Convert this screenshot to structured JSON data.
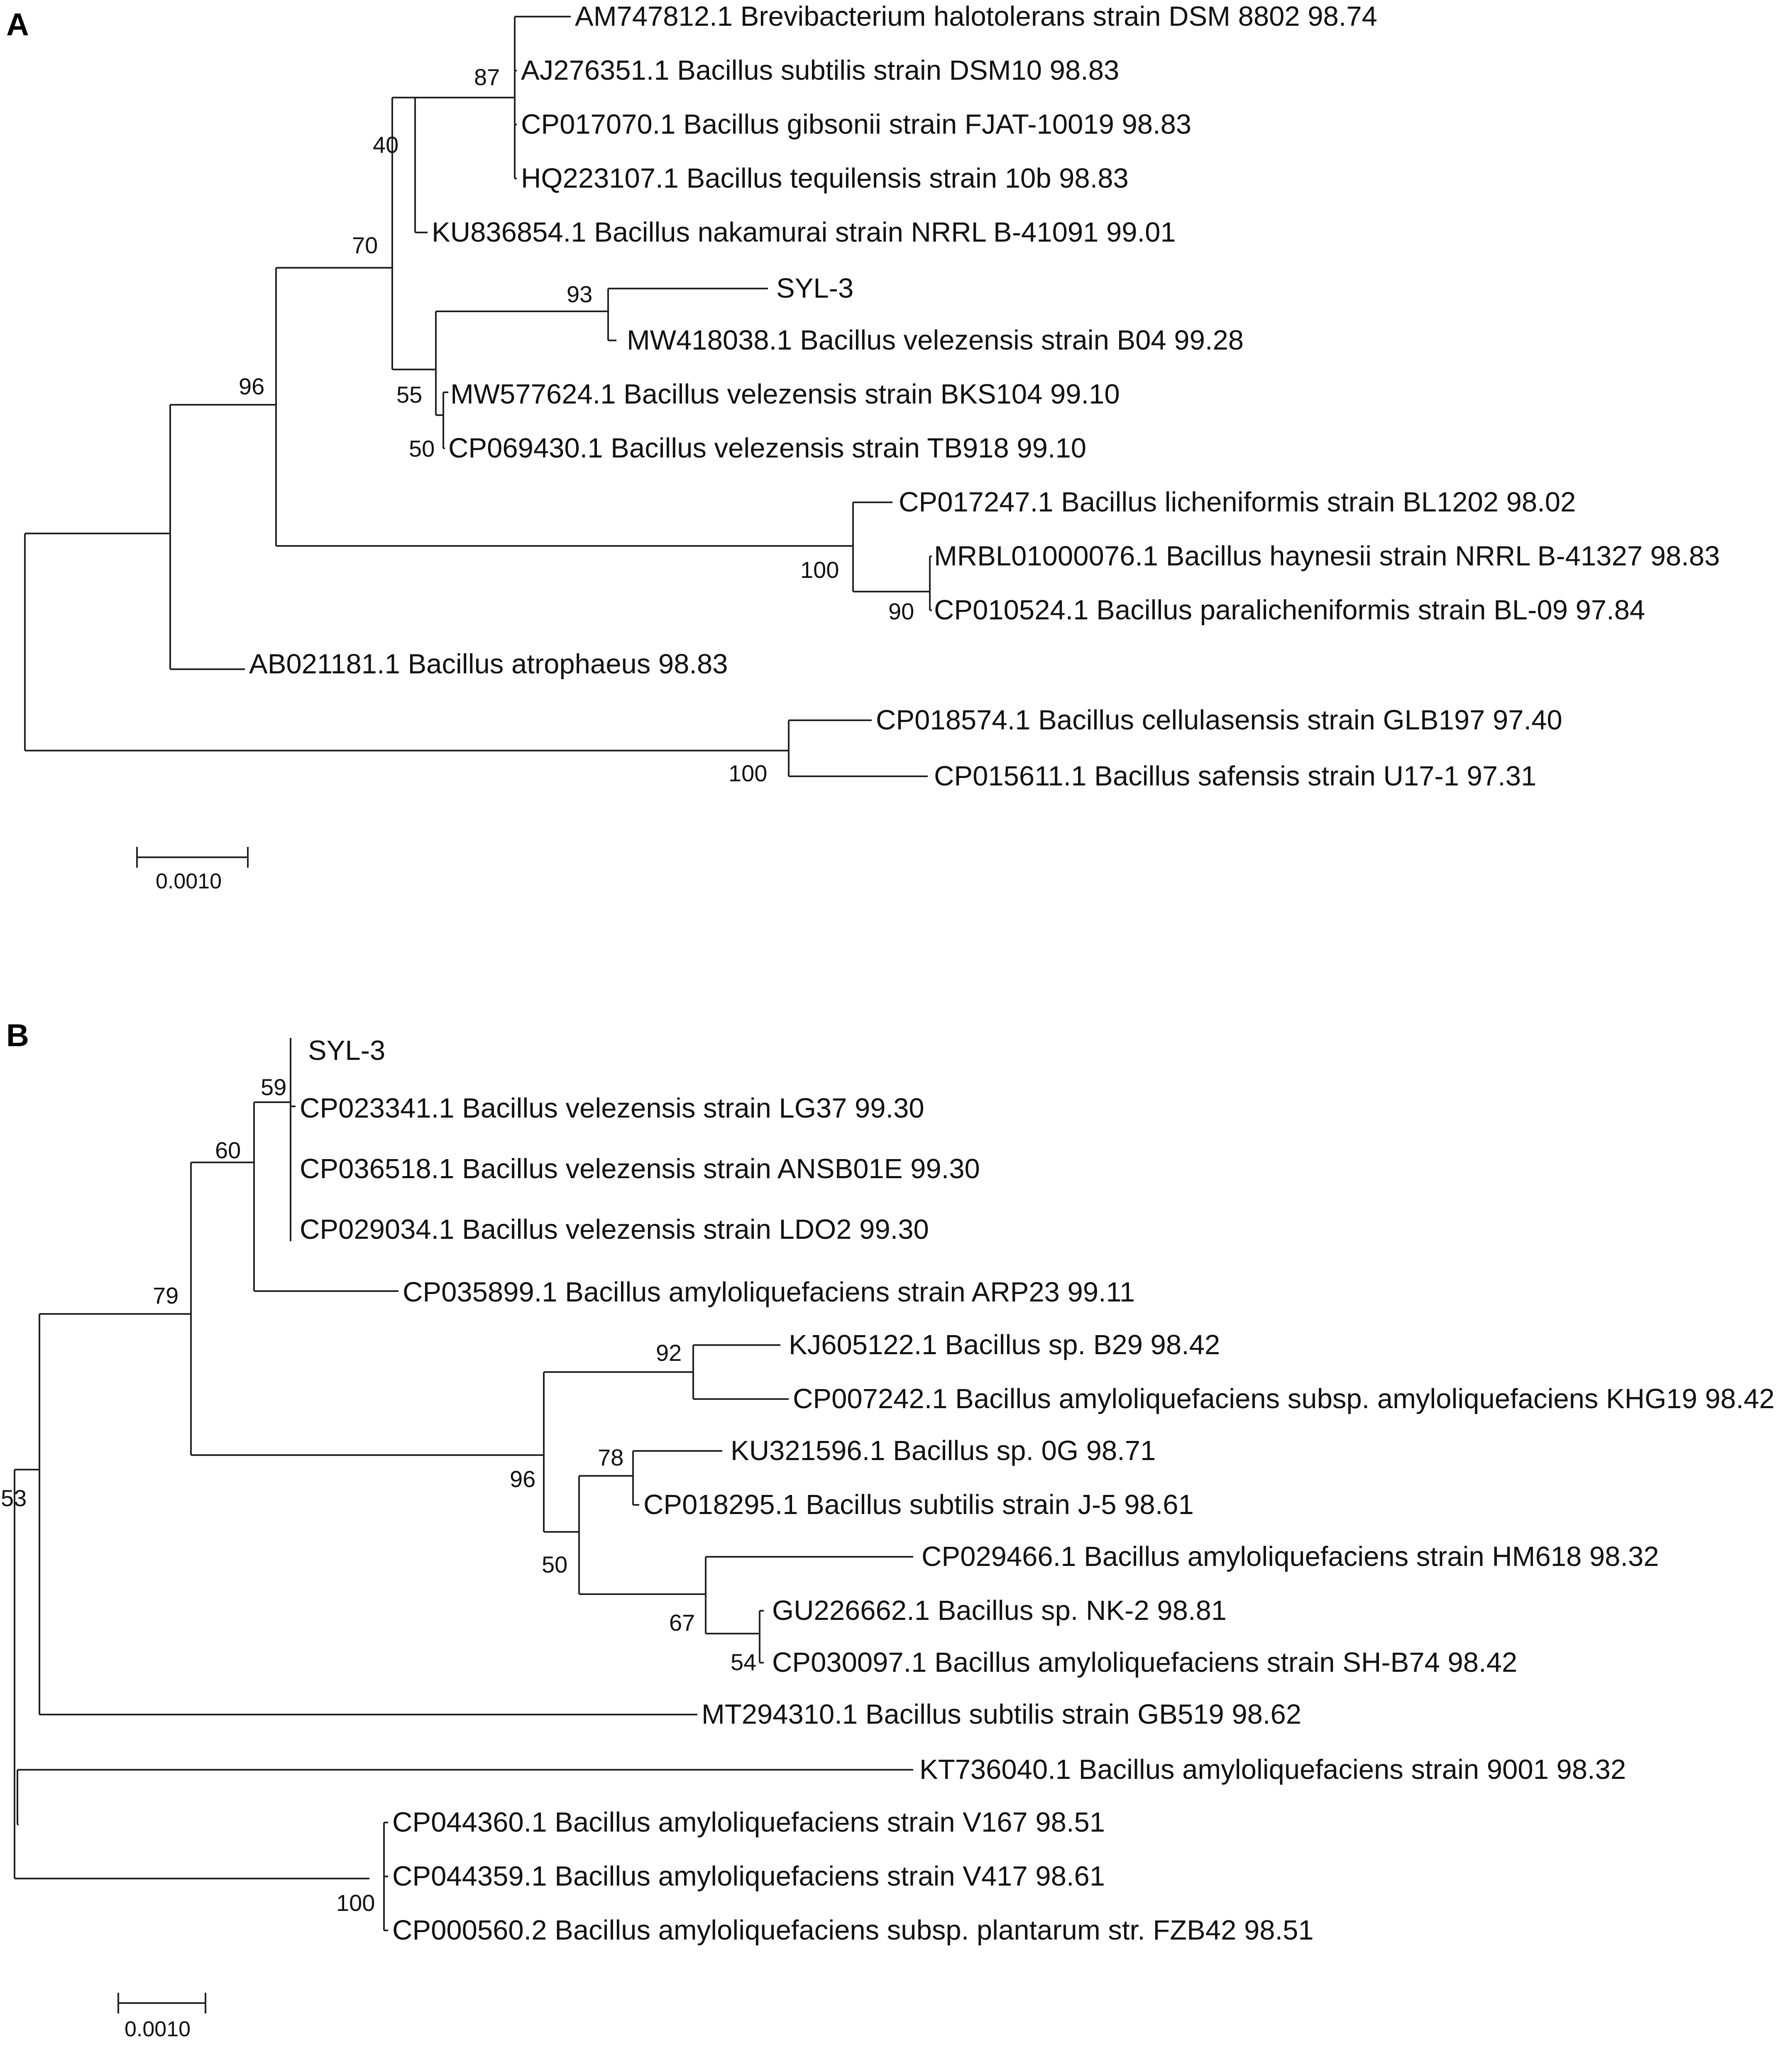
{
  "panels": [
    {
      "label": "A",
      "tips": [
        "AM747812.1 Brevibacterium halotolerans strain DSM 8802 98.74",
        "AJ276351.1 Bacillus subtilis strain DSM10 98.83",
        "CP017070.1 Bacillus gibsonii strain FJAT-10019 98.83",
        "HQ223107.1 Bacillus tequilensis strain 10b 98.83",
        "KU836854.1 Bacillus nakamurai strain NRRL B-41091 99.01",
        "SYL-3",
        "MW418038.1 Bacillus velezensis strain B04 99.28",
        "MW577624.1 Bacillus velezensis strain BKS104 99.10",
        "CP069430.1 Bacillus velezensis strain TB918 99.10",
        "CP017247.1 Bacillus licheniformis strain BL1202 98.02",
        "MRBL01000076.1 Bacillus haynesii strain NRRL B-41327 98.83",
        "CP010524.1 Bacillus paralicheniformis strain BL-09 97.84",
        "AB021181.1 Bacillus atrophaeus 98.83",
        "CP018574.1 Bacillus cellulasensis strain GLB197 97.40",
        "CP015611.1 Bacillus safensis strain U17-1 97.31"
      ],
      "bootstrap": [
        "87",
        "40",
        "70",
        "96",
        "93",
        "55",
        "50",
        "100",
        "90",
        "100"
      ],
      "scale_label": "0.0010"
    },
    {
      "label": "B",
      "tips": [
        "SYL-3",
        "CP023341.1 Bacillus velezensis strain LG37 99.30",
        "CP036518.1 Bacillus velezensis strain ANSB01E 99.30",
        "CP029034.1 Bacillus velezensis strain LDO2 99.30",
        "CP035899.1 Bacillus amyloliquefaciens strain ARP23 99.11",
        "KJ605122.1 Bacillus sp. B29 98.42",
        "CP007242.1 Bacillus amyloliquefaciens subsp. amyloliquefaciens KHG19 98.42",
        "KU321596.1 Bacillus sp. 0G 98.71",
        "CP018295.1 Bacillus subtilis strain J-5 98.61",
        "CP029466.1 Bacillus amyloliquefaciens strain HM618 98.32",
        "GU226662.1 Bacillus sp. NK-2 98.81",
        "CP030097.1 Bacillus amyloliquefaciens strain SH-B74 98.42",
        "MT294310.1 Bacillus subtilis strain GB519 98.62",
        "KT736040.1 Bacillus amyloliquefaciens strain 9001 98.32",
        "CP044360.1 Bacillus amyloliquefaciens strain V167 98.51",
        "CP044359.1 Bacillus amyloliquefaciens strain V417 98.61",
        "CP000560.2 Bacillus amyloliquefaciens subsp. plantarum str. FZB42 98.51"
      ],
      "bootstrap": [
        "59",
        "60",
        "79",
        "92",
        "78",
        "96",
        "67",
        "54",
        "50",
        "53",
        "100"
      ],
      "scale_label": "0.0010"
    }
  ]
}
